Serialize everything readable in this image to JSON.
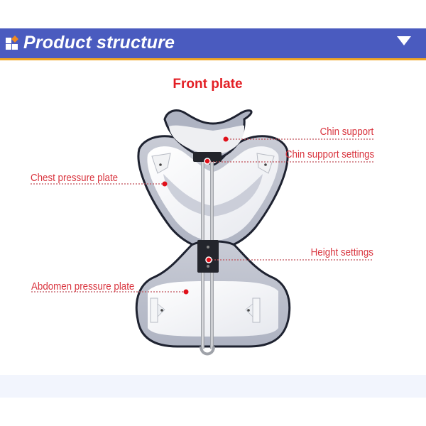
{
  "header": {
    "title": "Product structure",
    "icon": "grid-logo-icon",
    "dropdown_icon": "triangle-down-icon",
    "bar_color": "#4a5bbf",
    "underline_color": "#f0a623"
  },
  "section": {
    "title": "Front plate",
    "title_color": "#e31e24"
  },
  "labels": [
    {
      "id": "chin-support",
      "text": "Chin support"
    },
    {
      "id": "chin-support-settings",
      "text": "Chin support settings"
    },
    {
      "id": "chest-pressure-plate",
      "text": "Chest pressure plate"
    },
    {
      "id": "height-settings",
      "text": "Height settings"
    },
    {
      "id": "abdomen-pressure-plate",
      "text": "Abdomen pressure plate"
    }
  ],
  "colors": {
    "label": "#d9343e",
    "dot": "#e0101a",
    "bottom_band": "#f2f5fd"
  }
}
